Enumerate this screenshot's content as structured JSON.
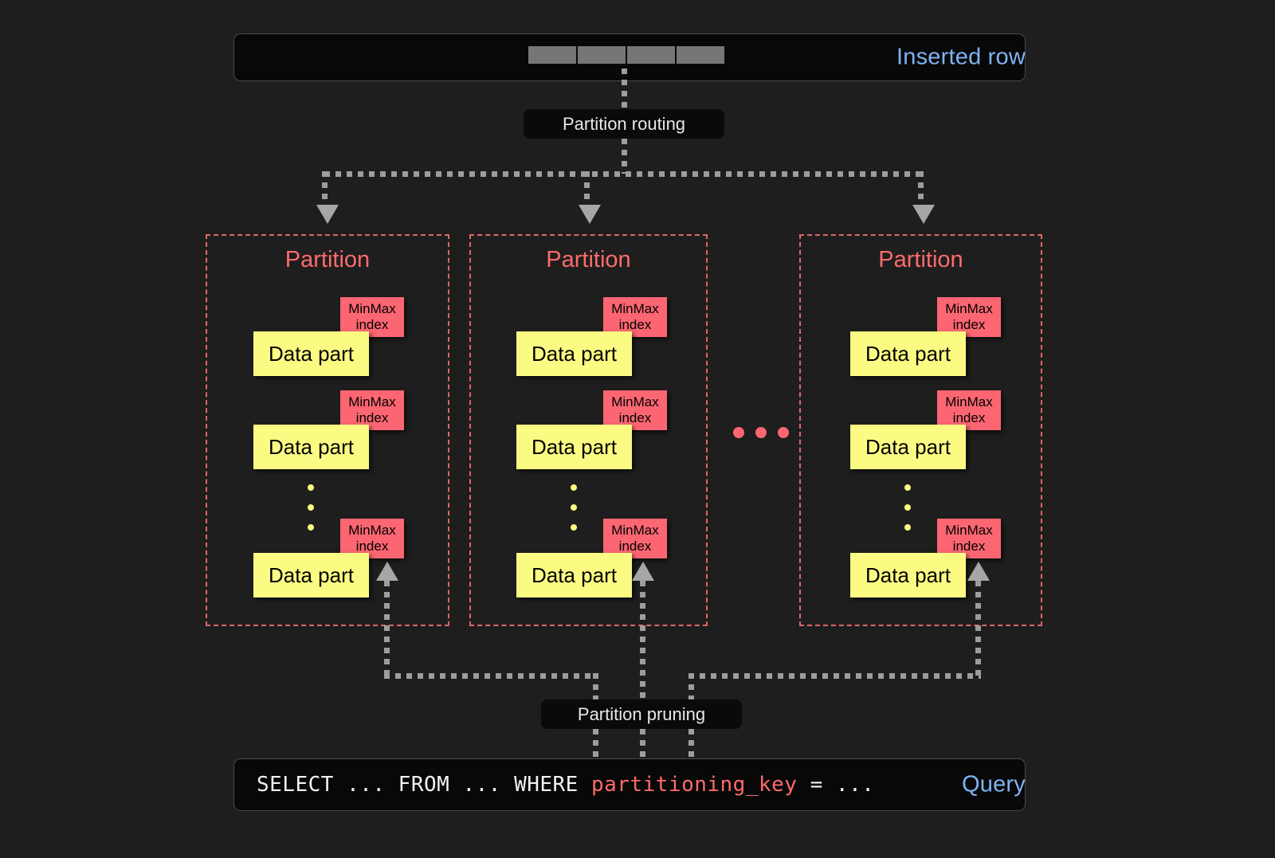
{
  "diagram": {
    "title": "Partitioning: inserted row routing and query partition pruning",
    "background": "#1e1e1e"
  },
  "top_bar": {
    "label": "Inserted row",
    "label_color": "#7eb3f5",
    "cells": [
      "",
      "",
      "",
      ""
    ],
    "cell_color": "#767676"
  },
  "routing": {
    "label": "Partition routing"
  },
  "partitions": [
    {
      "title": "Partition",
      "parts": [
        {
          "data_part_label": "Data part",
          "index_label_line1": "MinMax",
          "index_label_line2": "index"
        },
        {
          "data_part_label": "Data part",
          "index_label_line1": "MinMax",
          "index_label_line2": "index"
        },
        {
          "data_part_label": "Data part",
          "index_label_line1": "MinMax",
          "index_label_line2": "index"
        }
      ]
    },
    {
      "title": "Partition",
      "parts": [
        {
          "data_part_label": "Data part",
          "index_label_line1": "MinMax",
          "index_label_line2": "index"
        },
        {
          "data_part_label": "Data part",
          "index_label_line1": "MinMax",
          "index_label_line2": "index"
        },
        {
          "data_part_label": "Data part",
          "index_label_line1": "MinMax",
          "index_label_line2": "index"
        }
      ]
    },
    {
      "title": "Partition",
      "parts": [
        {
          "data_part_label": "Data part",
          "index_label_line1": "MinMax",
          "index_label_line2": "index"
        },
        {
          "data_part_label": "Data part",
          "index_label_line1": "MinMax",
          "index_label_line2": "index"
        },
        {
          "data_part_label": "Data part",
          "index_label_line1": "MinMax",
          "index_label_line2": "index"
        }
      ]
    }
  ],
  "ellipsis": {
    "between_partitions_dots": 3,
    "within_partition_dots": 3
  },
  "pruning": {
    "label": "Partition pruning"
  },
  "bottom_bar": {
    "label": "Query",
    "label_color": "#7eb3f5",
    "query_prefix": "SELECT ... FROM ... WHERE ",
    "query_keyword": "partitioning_key",
    "query_suffix": " = ...",
    "keyword_color": "#ff6b6b"
  },
  "colors": {
    "partition_border": "#e06666",
    "partition_title": "#ff6b6b",
    "data_part": "#fbfb83",
    "minmax_index": "#fb6672",
    "connector": "#9d9d9d",
    "arrow": "#a6a6a6"
  }
}
